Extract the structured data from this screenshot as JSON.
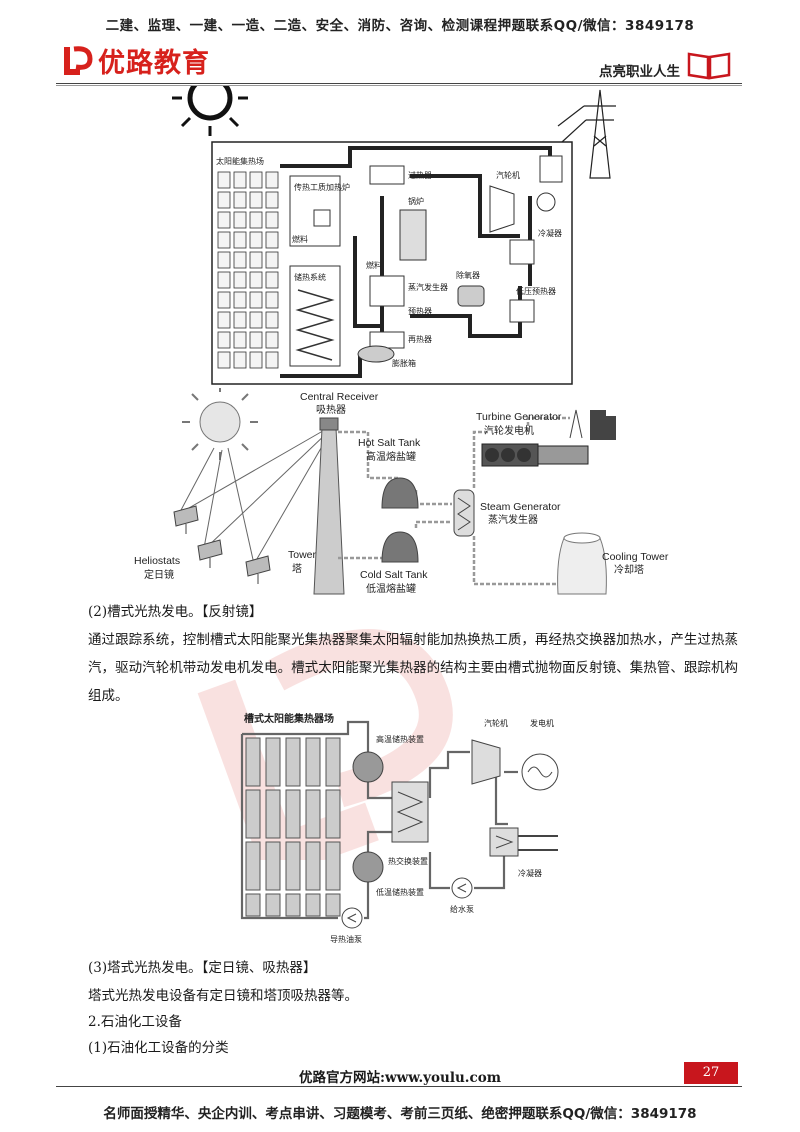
{
  "header": {
    "banner": "二建、监理、一建、一造、二造、安全、消防、咨询、检测课程押题联系QQ/微信：3849178",
    "logo_text": "优路教育",
    "tagline": "点亮职业人生"
  },
  "diagram1": {
    "field": "太阳能集热场",
    "heat_transfer": "传热工质加热炉",
    "fuel_left": "燃料",
    "storage": "储热系统",
    "superheater": "过热器",
    "boiler": "锅炉",
    "fuel_mid": "燃料",
    "steam_gen": "蒸汽发生器",
    "preheater": "预热器",
    "reheater": "再热器",
    "deaerator": "除氧器",
    "turbine": "汽轮机",
    "condenser": "冷凝器",
    "lp_heater": "低压预热器",
    "drum": "膨胀箱"
  },
  "diagram2": {
    "central_receiver_en": "Central Receiver",
    "central_receiver_cn": "吸热器",
    "hot_tank_en": "Hot Salt Tank",
    "hot_tank_cn": "高温熔盐罐",
    "cold_tank_en": "Cold Salt Tank",
    "cold_tank_cn": "低温熔盐罐",
    "turbine_en": "Turbine Generator",
    "turbine_cn": "汽轮发电机",
    "steam_en": "Steam Generator",
    "steam_cn": "蒸汽发生器",
    "cooling_en": "Cooling Tower",
    "cooling_cn": "冷却塔",
    "tower_en": "Tower",
    "tower_cn": "塔",
    "heliostat_en": "Heliostats",
    "heliostat_cn": "定日镜"
  },
  "section": {
    "trough_heading": "(2)槽式光热发电。【反射镜】",
    "trough_para": "通过跟踪系统，控制槽式太阳能聚光集热器聚集太阳辐射能加热换热工质，再经热交换器加热水，产生过热蒸汽，驱动汽轮机带动发电机发电。槽式太阳能聚光集热器的结构主要由槽式抛物面反射镜、集热管、跟踪机构组成。",
    "tower_heading": "(3)塔式光热发电。【定日镜、吸热器】",
    "tower_para": "塔式光热发电设备有定日镜和塔顶吸热器等。",
    "petro_heading": "2.石油化工设备",
    "petro_sub": "(1)石油化工设备的分类"
  },
  "diagram3": {
    "field": "槽式太阳能集热器场",
    "hot_storage": "高温储热装置",
    "turbine": "汽轮机",
    "generator": "发电机",
    "exchanger": "热交换装置",
    "cold_storage": "低温储热装置",
    "condenser": "冷凝器",
    "feed_pump": "给水泵",
    "oil_pump": "导热油泵"
  },
  "footer": {
    "site": "优路官方网站:www.youlu.com",
    "page_number": "27",
    "banner": "名师面授精华、央企内训、考点串讲、习题模考、考前三页纸、绝密押题联系QQ/微信：3849178"
  }
}
